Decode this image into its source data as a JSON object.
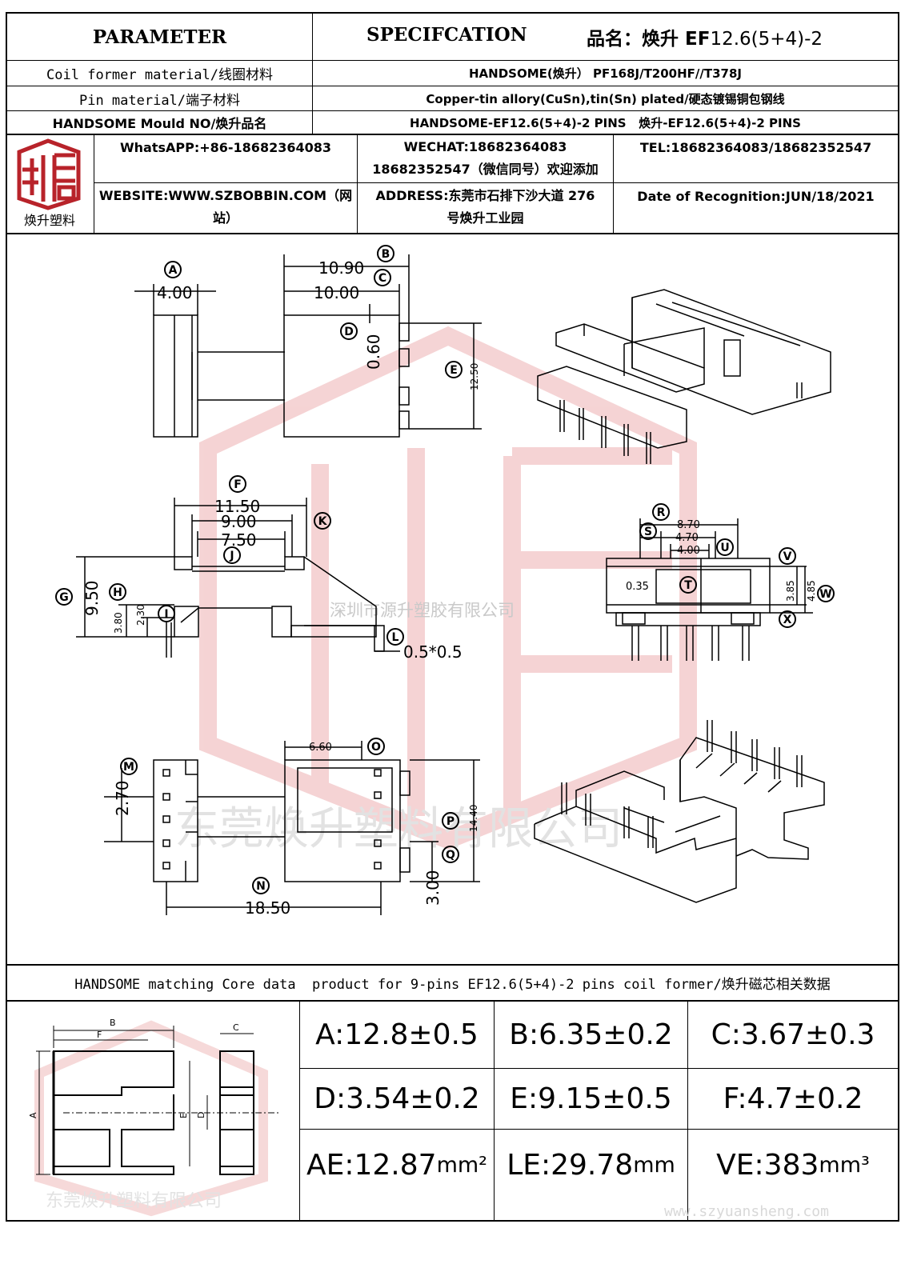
{
  "header": {
    "parameter_label": "PARAMETER",
    "spec_label": "SPECIFCATION",
    "product_name_label": "品名：焕升 EF",
    "product_name_value": "12.6(5+4)-2"
  },
  "rows": [
    {
      "label": "Coil former material/线圈材料",
      "value": "HANDSOME(焕升）  PF168J/T200HF//T378J"
    },
    {
      "label": "Pin material/端子材料",
      "value": "Copper-tin allory(CuSn),tin(Sn) plated/硬态镀锡铜包钢线"
    },
    {
      "label": "HANDSOME Mould NO/焕升品名",
      "value": "HANDSOME-EF12.6(5+4)-2 PINS   焕升-EF12.6(5+4)-2 PINS"
    }
  ],
  "company": {
    "logo_caption": "焕升塑料",
    "whatsapp": "WhatsAPP:+86-18682364083",
    "wechat_line1": "WECHAT:18682364083",
    "wechat_line2": "18682352547（微信同号）欢迎添加",
    "tel": "TEL:18682364083/18682352547",
    "website_line1": "WEBSITE:WWW.SZBOBBIN.COM（网",
    "website_line2": "站）",
    "address_line1": "ADDRESS:东莞市石排下沙大道 276",
    "address_line2": "号焕升工业园",
    "date": "Date of Recognition:JUN/18/2021"
  },
  "drawing": {
    "labels": {
      "A": "A",
      "B": "B",
      "C": "C",
      "D": "D",
      "E": "E",
      "F": "F",
      "G": "G",
      "H": "H",
      "I": "I",
      "J": "J",
      "K": "K",
      "L": "L",
      "M": "M",
      "N": "N",
      "O": "O",
      "P": "P",
      "Q": "Q",
      "R": "R",
      "S": "S",
      "T": "T",
      "U": "U",
      "V": "V",
      "W": "W",
      "X": "X"
    },
    "dims": {
      "a": "4.00",
      "b": "10.90",
      "c": "10.00",
      "d": "0.60",
      "e": "12.50",
      "f": "11.50",
      "f2": "9.00",
      "j": "7.50",
      "g": "9.50",
      "h": "3.80",
      "i": "2.30",
      "l": "0.5*0.5",
      "r": "8.70",
      "s": "4.70",
      "u": "4.00",
      "t": "0.35",
      "v": "3.85",
      "w": "4.85",
      "o": "6.60",
      "m": "2.70",
      "p": "14.40",
      "q": "3.00",
      "n": "18.50"
    },
    "watermark_cn1": "深圳市源升塑胶有限公司",
    "watermark_cn2": "东莞焕升塑料有限公司"
  },
  "core_section": {
    "title": "HANDSOME matching Core data  product for 9-pins EF12.6(5+4)-2 pins coil former/焕升磁芯相关数据",
    "diagram_labels": {
      "a": "A",
      "b": "B",
      "c": "C",
      "d": "D",
      "e": "E",
      "f": "F"
    },
    "watermark": "东莞焕升塑料有限公司",
    "values": [
      {
        "text": "A:12.8±0.5",
        "unit": ""
      },
      {
        "text": "B:6.35±0.2",
        "unit": ""
      },
      {
        "text": "C:3.67±0.3",
        "unit": ""
      },
      {
        "text": "D:3.54±0.2",
        "unit": ""
      },
      {
        "text": "E:9.15±0.5",
        "unit": ""
      },
      {
        "text": "F:4.7±0.2",
        "unit": ""
      },
      {
        "text": "AE:12.87",
        "unit": "mm²"
      },
      {
        "text": "LE:29.78",
        "unit": "mm"
      },
      {
        "text": "VE:383",
        "unit": "mm³"
      }
    ],
    "site_watermark": "www.szyuansheng.com"
  }
}
